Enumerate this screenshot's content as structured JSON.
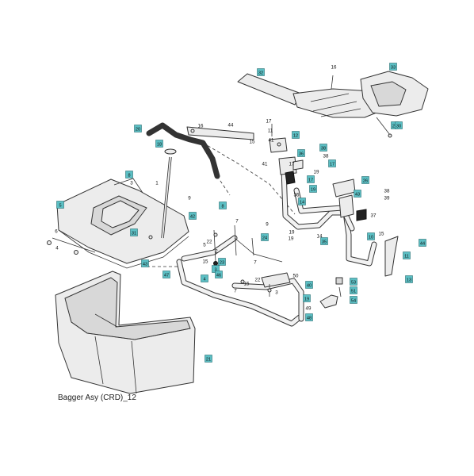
{
  "caption": "Bagger Asy (CRD)_12",
  "colors": {
    "callout_fill": "#5bbfc4",
    "line": "#333333",
    "part_fill": "#e9e9e9"
  },
  "callouts": [
    {
      "id": "c1",
      "label": "20",
      "kind": "box"
    },
    {
      "id": "c2",
      "label": "16",
      "kind": "plain"
    },
    {
      "id": "c3",
      "label": "44",
      "kind": "plain"
    },
    {
      "id": "c4",
      "label": "11",
      "kind": "plain"
    },
    {
      "id": "c5",
      "label": "41",
      "kind": "plain"
    },
    {
      "id": "c6",
      "label": "15",
      "kind": "plain"
    },
    {
      "id": "c7",
      "label": "17",
      "kind": "plain"
    },
    {
      "id": "c8",
      "label": "12",
      "kind": "box"
    },
    {
      "id": "c9",
      "label": "38",
      "kind": "box"
    },
    {
      "id": "c10",
      "label": "28",
      "kind": "box"
    },
    {
      "id": "c11",
      "label": "36",
      "kind": "box"
    },
    {
      "id": "c12",
      "label": "38",
      "kind": "plain"
    },
    {
      "id": "c13",
      "label": "41",
      "kind": "plain"
    },
    {
      "id": "c14",
      "label": "17",
      "kind": "box"
    },
    {
      "id": "c15",
      "label": "17",
      "kind": "plain"
    },
    {
      "id": "c16",
      "label": "19",
      "kind": "plain"
    },
    {
      "id": "c17",
      "label": "17",
      "kind": "box"
    },
    {
      "id": "c18",
      "label": "26",
      "kind": "box"
    },
    {
      "id": "c19",
      "label": "19",
      "kind": "box"
    },
    {
      "id": "c20",
      "label": "43",
      "kind": "box"
    },
    {
      "id": "c21",
      "label": "38",
      "kind": "plain"
    },
    {
      "id": "c22",
      "label": "39",
      "kind": "plain"
    },
    {
      "id": "c23",
      "label": "36",
      "kind": "plain"
    },
    {
      "id": "c24",
      "label": "14",
      "kind": "box"
    },
    {
      "id": "c25",
      "label": "37",
      "kind": "plain"
    },
    {
      "id": "c26",
      "label": "9",
      "kind": "plain"
    },
    {
      "id": "c27",
      "label": "19",
      "kind": "plain"
    },
    {
      "id": "c28",
      "label": "19",
      "kind": "plain"
    },
    {
      "id": "c29",
      "label": "14",
      "kind": "plain"
    },
    {
      "id": "c30",
      "label": "10",
      "kind": "box"
    },
    {
      "id": "c31",
      "label": "15",
      "kind": "plain"
    },
    {
      "id": "c32",
      "label": "44",
      "kind": "box"
    },
    {
      "id": "c33",
      "label": "35",
      "kind": "box"
    },
    {
      "id": "c34",
      "label": "11",
      "kind": "box"
    },
    {
      "id": "c35",
      "label": "13",
      "kind": "box"
    },
    {
      "id": "c36",
      "label": "16",
      "kind": "plain"
    },
    {
      "id": "c37",
      "label": "33",
      "kind": "box"
    },
    {
      "id": "c38",
      "label": "32",
      "kind": "box"
    },
    {
      "id": "c39",
      "label": "30",
      "kind": "box"
    },
    {
      "id": "c40",
      "label": "1",
      "kind": "plain"
    },
    {
      "id": "c41",
      "label": "3",
      "kind": "plain"
    },
    {
      "id": "c42",
      "label": "18",
      "kind": "box"
    },
    {
      "id": "c43",
      "label": "8",
      "kind": "box"
    },
    {
      "id": "c44",
      "label": "42",
      "kind": "box"
    },
    {
      "id": "c45",
      "label": "31",
      "kind": "box"
    },
    {
      "id": "c46",
      "label": "5",
      "kind": "box"
    },
    {
      "id": "c47",
      "label": "6",
      "kind": "plain"
    },
    {
      "id": "c48",
      "label": "4",
      "kind": "plain"
    },
    {
      "id": "c49",
      "label": "43",
      "kind": "box"
    },
    {
      "id": "c50",
      "label": "8",
      "kind": "box"
    },
    {
      "id": "c51",
      "label": "7",
      "kind": "plain"
    },
    {
      "id": "c52",
      "label": "24",
      "kind": "box"
    },
    {
      "id": "c53",
      "label": "9",
      "kind": "plain"
    },
    {
      "id": "c54",
      "label": "7",
      "kind": "plain"
    },
    {
      "id": "c55",
      "label": "15",
      "kind": "plain"
    },
    {
      "id": "c56",
      "label": "2",
      "kind": "plain"
    },
    {
      "id": "c57",
      "label": "5",
      "kind": "plain"
    },
    {
      "id": "c58",
      "label": "23",
      "kind": "box"
    },
    {
      "id": "c59",
      "label": "3",
      "kind": "box"
    },
    {
      "id": "c60",
      "label": "22",
      "kind": "plain"
    },
    {
      "id": "c61",
      "label": "47",
      "kind": "box"
    },
    {
      "id": "c62",
      "label": "4",
      "kind": "box"
    },
    {
      "id": "c63",
      "label": "46",
      "kind": "box"
    },
    {
      "id": "c64",
      "label": "15",
      "kind": "plain"
    },
    {
      "id": "c65",
      "label": "7",
      "kind": "plain"
    },
    {
      "id": "c66",
      "label": "22",
      "kind": "plain"
    },
    {
      "id": "c67",
      "label": "50",
      "kind": "plain"
    },
    {
      "id": "c68",
      "label": "40",
      "kind": "box"
    },
    {
      "id": "c69",
      "label": "3",
      "kind": "plain"
    },
    {
      "id": "c70",
      "label": "19",
      "kind": "box"
    },
    {
      "id": "c71",
      "label": "49",
      "kind": "plain"
    },
    {
      "id": "c72",
      "label": "48",
      "kind": "box"
    },
    {
      "id": "c73",
      "label": "53",
      "kind": "box"
    },
    {
      "id": "c74",
      "label": "51",
      "kind": "box"
    },
    {
      "id": "c75",
      "label": "54",
      "kind": "box"
    },
    {
      "id": "c76",
      "label": "21",
      "kind": "box"
    }
  ]
}
